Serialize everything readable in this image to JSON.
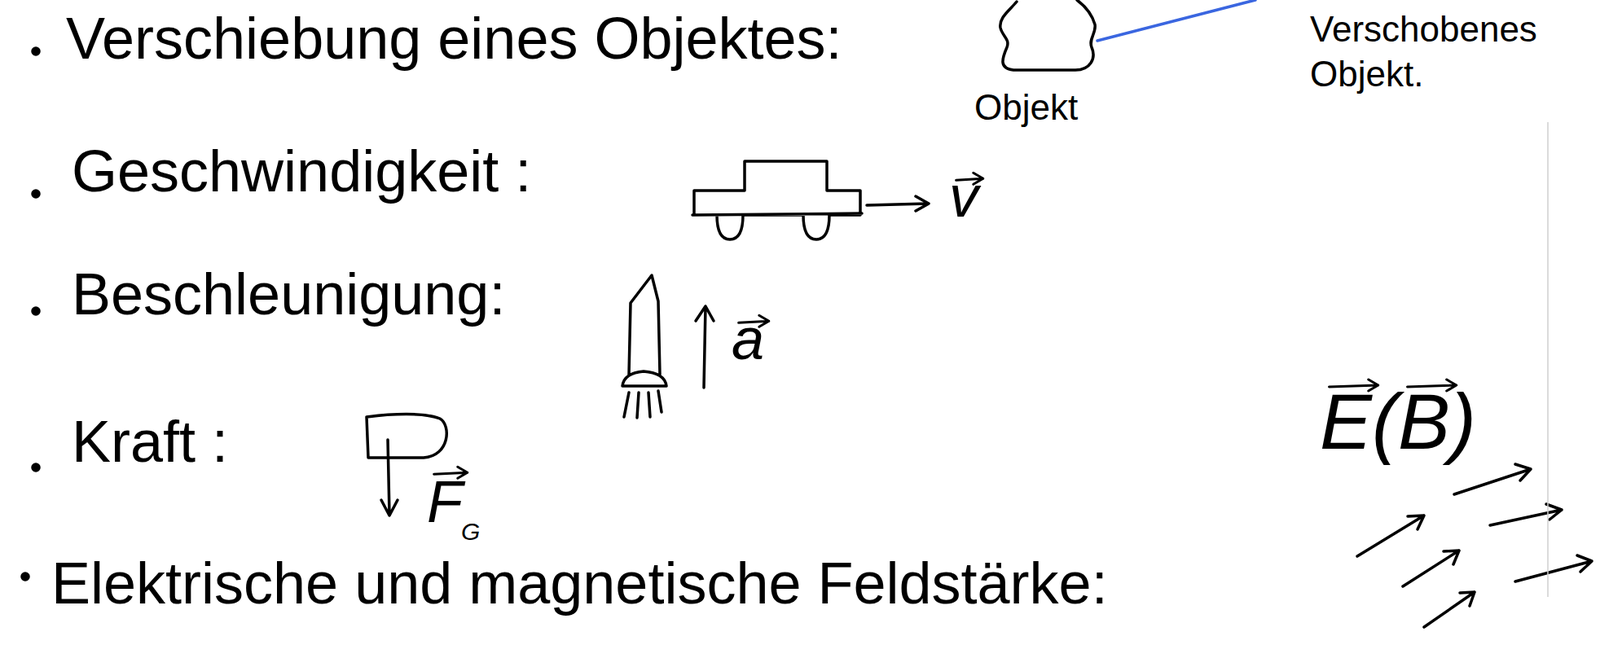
{
  "diagram": {
    "labels": [
      "Verschiebung eines Objektes:",
      "Objekt",
      "Verschobenes Objekt.",
      "Geschwindigkeit :",
      "v",
      "Beschleunigung:",
      "a",
      "Kraft :",
      "F",
      "G",
      "E(B)",
      "Elektrische und magnetische Feldstärke:"
    ]
  }
}
